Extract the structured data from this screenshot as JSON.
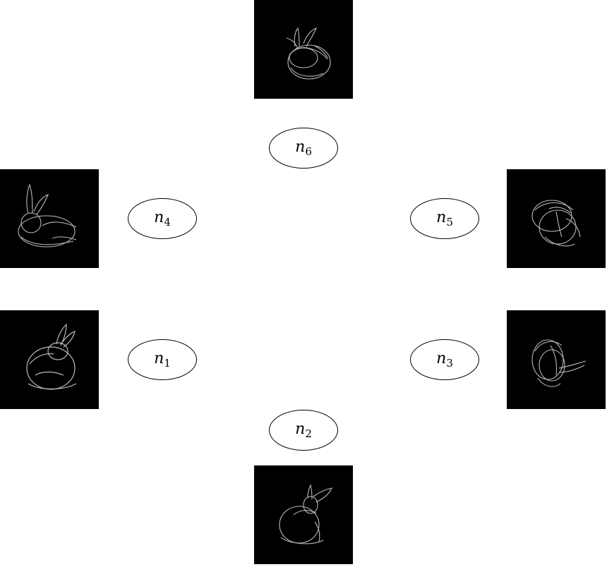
{
  "nodes": [
    {
      "id": "n6",
      "base": "n",
      "sub": "6"
    },
    {
      "id": "n4",
      "base": "n",
      "sub": "4"
    },
    {
      "id": "n5",
      "base": "n",
      "sub": "5"
    },
    {
      "id": "n1",
      "base": "n",
      "sub": "1"
    },
    {
      "id": "n3",
      "base": "n",
      "sub": "3"
    },
    {
      "id": "n2",
      "base": "n",
      "sub": "2"
    }
  ],
  "images": [
    {
      "id": "top",
      "depicts": "bunny-render"
    },
    {
      "id": "left-upper",
      "depicts": "bunny-render"
    },
    {
      "id": "left-lower",
      "depicts": "bunny-render"
    },
    {
      "id": "right-upper",
      "depicts": "bunny-render"
    },
    {
      "id": "right-lower",
      "depicts": "bunny-render"
    },
    {
      "id": "bottom",
      "depicts": "bunny-render"
    }
  ],
  "colors": {
    "panel_bg": "#000000",
    "bunny_stroke": "#d8d8d8",
    "node_border": "#000000"
  }
}
